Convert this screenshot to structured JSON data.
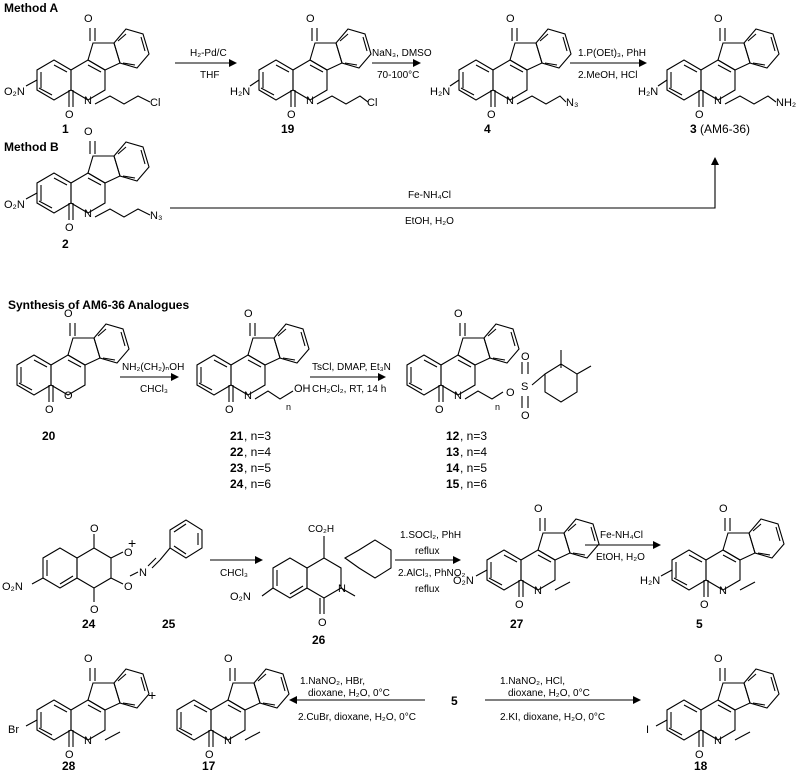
{
  "sections": {
    "method_a": "Method A",
    "method_b": "Method B",
    "analogues": "Synthesis of AM6-36 Analogues"
  },
  "compounds": {
    "c1": "1",
    "c19": "19",
    "c4": "4",
    "c3": "3",
    "c3_name": "(AM6-36)",
    "c2": "2",
    "c20": "20",
    "c21": "21",
    "c22": "22",
    "c23": "23",
    "c24a": "24",
    "c12": "12",
    "c13": "13",
    "c14": "14",
    "c15": "15",
    "c24b": "24",
    "c25": "25",
    "c26": "26",
    "c27": "27",
    "c5": "5",
    "c5b": "5",
    "c28": "28",
    "c17": "17",
    "c18": "18"
  },
  "n_values": {
    "n21": ", n=3",
    "n22": ", n=4",
    "n23": ", n=5",
    "n24": ", n=6",
    "n12": ", n=3",
    "n13": ", n=4",
    "n14": ", n=5",
    "n15": ", n=6"
  },
  "reagents": {
    "a1_top": "H₂-Pd/C",
    "a1_bot": "THF",
    "a2_top": "NaN₃, DMSO",
    "a2_bot": "70-100°C",
    "a3_top": "1.P(OEt)₃, PhH",
    "a3_bot": "2.MeOH, HCl",
    "b1_top": "Fe-NH₄Cl",
    "b1_bot": "EtOH, H₂O",
    "s1_top": "NH₂(CH₂)ₙOH",
    "s1_bot": "CHCl₃",
    "s2_top": "TsCl, DMAP, Et₃N",
    "s2_bot": "CH₂Cl₂, RT, 14 h",
    "s3": "CHCl₃",
    "s4_1": "1.SOCl₂, PhH",
    "s4_2": "reflux",
    "s4_3": "2.AlCl₃, PhNO₂",
    "s4_4": "reflux",
    "s5_top": "Fe-NH₄Cl",
    "s5_bot": "EtOH, H₂O",
    "s6_1": "1.NaNO₂, HBr,",
    "s6_2": "dioxane, H₂O, 0°C",
    "s6_3": "2.CuBr, dioxane, H₂O, 0°C",
    "s7_1": "1.NaNO₂, HCl,",
    "s7_2": "dioxane, H₂O, 0°C",
    "s7_3": "2.KI, dioxane, H₂O, 0°C"
  },
  "atoms": {
    "O": "O",
    "N": "N",
    "NO2": "O₂N",
    "H2N": "H₂N",
    "Cl": "Cl",
    "N3": "N₃",
    "NH2": "NH₂",
    "OH": "OH",
    "n": "n",
    "S": "S",
    "COOH": "CO₂H",
    "Br": "Br",
    "I": "I",
    "plus": "+"
  }
}
